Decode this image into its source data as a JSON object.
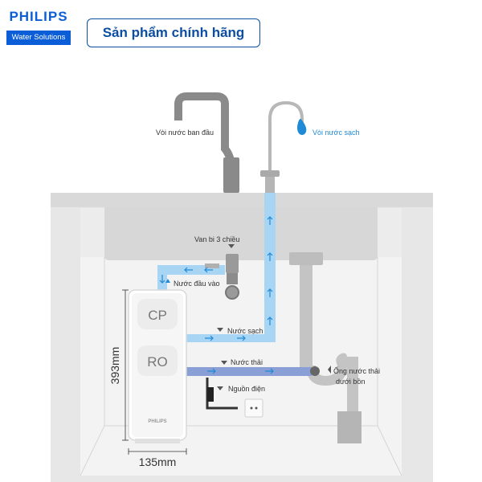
{
  "brand": {
    "name": "PHILIPS",
    "sub": "Water Solutions"
  },
  "badge": "Sản phẩm chính hãng",
  "labels": {
    "original_faucet": "Vòi nước ban đầu",
    "clean_faucet": "Vòi nước sạch",
    "valve": "Van bi 3 chiều",
    "inlet": "Nước đầu vào",
    "clean_water": "Nước sạch",
    "waste_water": "Nước thải",
    "drain_line1": "Ống nước thải",
    "drain_line2": "dưới bồn",
    "power": "Nguồn điện",
    "cp": "CP",
    "ro": "RO",
    "unit_brand": "PHILIPS",
    "height": "393mm",
    "width": "135mm"
  },
  "colors": {
    "brand": "#0b5ed7",
    "clean_flow": "#a9d5f5",
    "waste_flow": "#8a9fd6",
    "drop": "#1f8ad6"
  }
}
